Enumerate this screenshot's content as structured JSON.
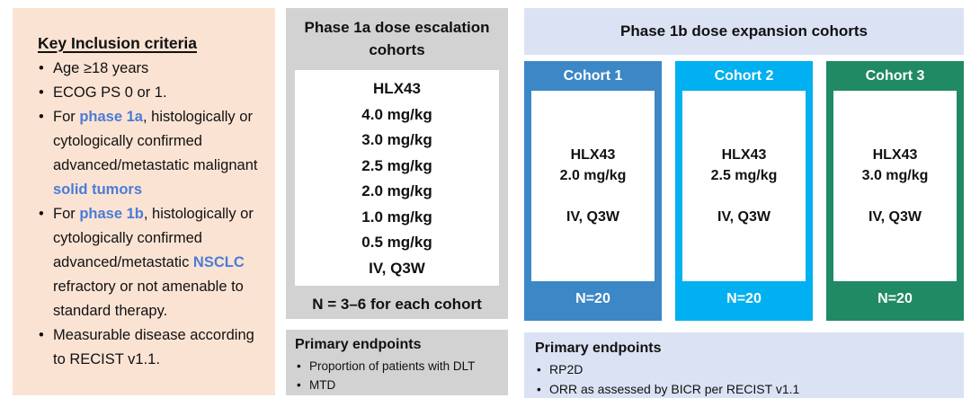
{
  "palette": {
    "peach": "#fbe3d4",
    "gray": "#d2d2d2",
    "lavender": "#dbe2f4",
    "cohort_blue": "#3c87c6",
    "cohort_cyan": "#00b0f0",
    "cohort_green": "#1f8a64",
    "accent_text": "#4a7cd6"
  },
  "inclusion": {
    "title": "Key Inclusion criteria",
    "bullets": [
      {
        "segments": [
          {
            "text": "Age ≥18 years"
          }
        ]
      },
      {
        "segments": [
          {
            "text": "ECOG PS 0 or 1."
          }
        ]
      },
      {
        "segments": [
          {
            "text": "For "
          },
          {
            "text": "phase 1a",
            "highlight": true
          },
          {
            "text": ", histologically or cytologically confirmed advanced/metastatic malignant "
          },
          {
            "text": "solid tumors",
            "highlight": true
          }
        ]
      },
      {
        "segments": [
          {
            "text": "For "
          },
          {
            "text": "phase 1b",
            "highlight": true
          },
          {
            "text": ", histologically or cytologically confirmed advanced/metastatic "
          },
          {
            "text": "NSCLC",
            "highlight": true
          },
          {
            "text": " refractory or not amenable to standard therapy."
          }
        ]
      },
      {
        "segments": [
          {
            "text": "Measurable disease according to RECIST v1.1."
          }
        ]
      }
    ]
  },
  "phase1a": {
    "header": "Phase 1a dose escalation cohorts",
    "drug": "HLX43",
    "doses": [
      "4.0 mg/kg",
      "3.0 mg/kg",
      "2.5 mg/kg",
      "2.0 mg/kg",
      "1.0 mg/kg",
      "0.5 mg/kg"
    ],
    "route": "IV, Q3W",
    "footer": "N = 3–6 for each cohort",
    "endpoints": {
      "title": "Primary endpoints",
      "items": [
        "Proportion of patients with DLT",
        "MTD"
      ]
    }
  },
  "phase1b": {
    "header": "Phase 1b dose expansion cohorts",
    "cohorts": [
      {
        "label": "Cohort 1",
        "drug": "HLX43",
        "dose": "2.0 mg/kg",
        "route": "IV, Q3W",
        "n": "N=20",
        "color": "#3c87c6"
      },
      {
        "label": "Cohort 2",
        "drug": "HLX43",
        "dose": "2.5 mg/kg",
        "route": "IV, Q3W",
        "n": "N=20",
        "color": "#00b0f0"
      },
      {
        "label": "Cohort 3",
        "drug": "HLX43",
        "dose": "3.0 mg/kg",
        "route": "IV, Q3W",
        "n": "N=20",
        "color": "#1f8a64"
      }
    ],
    "endpoints": {
      "title": "Primary endpoints",
      "items": [
        "RP2D",
        "ORR as assessed by BICR per RECIST v1.1"
      ]
    }
  }
}
